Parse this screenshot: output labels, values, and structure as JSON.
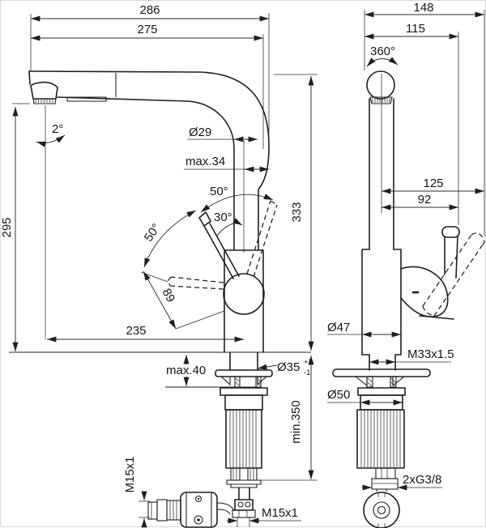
{
  "front_view": {
    "overall_projection": "286",
    "spout_projection": "275",
    "spout_outlet_height": "295",
    "spout_diameter": "Ø29",
    "spout_offset_max": "max.34",
    "lever_swing_upper": "50°",
    "lever_open_angle": "30°",
    "lever_swing_lower": "50°",
    "lever_length": "89",
    "spout_reach": "235",
    "outlet_angle": "2°",
    "overall_height": "333",
    "deck_thickness_max": "max.40",
    "mounting_hole_dia": "Ø35",
    "mounting_hole_tol_upper": "+2",
    "mounting_hole_tol_lower": "-1",
    "clearance_min": "min.350",
    "weight_thread": "M15x1",
    "hose_thread": "M15x1"
  },
  "side_view": {
    "overall_depth": "148",
    "spray_head_depth": "115",
    "spray_head_swivel": "360°",
    "lever_reach_open": "125",
    "lever_reach_closed": "92",
    "body_dia": "Ø47",
    "shank_thread": "M33x1.5",
    "mounting_collar_dia": "Ø50",
    "supply_thread": "2xG3/8"
  }
}
